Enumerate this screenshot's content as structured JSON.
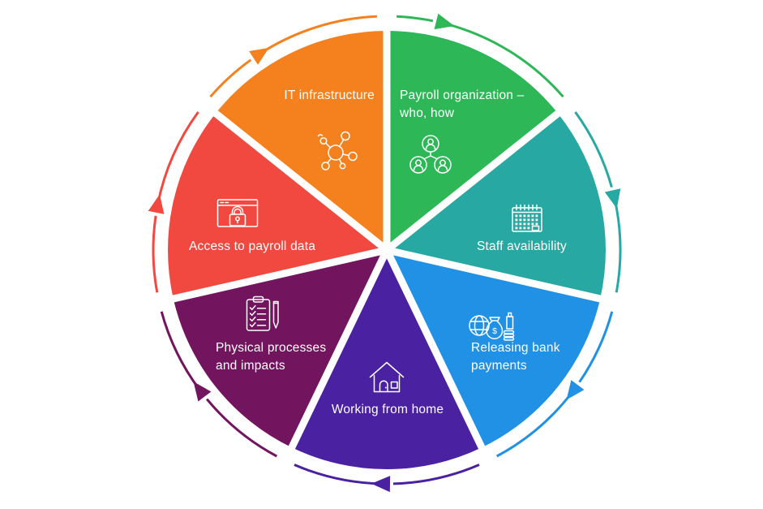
{
  "page": {
    "background_color": "#ffffff"
  },
  "diagram": {
    "type": "cycle-wheel",
    "flow_direction": "clockwise",
    "segment_count": 7,
    "segments": [
      {
        "id": "payroll-organization",
        "label": "Payroll organization – who, how",
        "color": "#2DB757",
        "icon": "org-chart-icon"
      },
      {
        "id": "staff-availability",
        "label": "Staff availability",
        "color": "#28A8A2",
        "icon": "calendar-icon"
      },
      {
        "id": "releasing-bank-payments",
        "label": "Releasing bank payments",
        "color": "#2191E5",
        "icon": "global-payments-icon"
      },
      {
        "id": "working-from-home",
        "label": "Working from home",
        "color": "#4A21A0",
        "icon": "house-icon"
      },
      {
        "id": "physical-processes-and-impacts",
        "label": "Physical processes and impacts",
        "color": "#73145F",
        "icon": "checklist-icon"
      },
      {
        "id": "access-to-payroll-data",
        "label": "Access to payroll data",
        "color": "#F1493F",
        "icon": "secure-browser-icon"
      },
      {
        "id": "it-infrastructure",
        "label": "IT infrastructure",
        "color": "#F5801E",
        "icon": "network-icon"
      }
    ]
  }
}
